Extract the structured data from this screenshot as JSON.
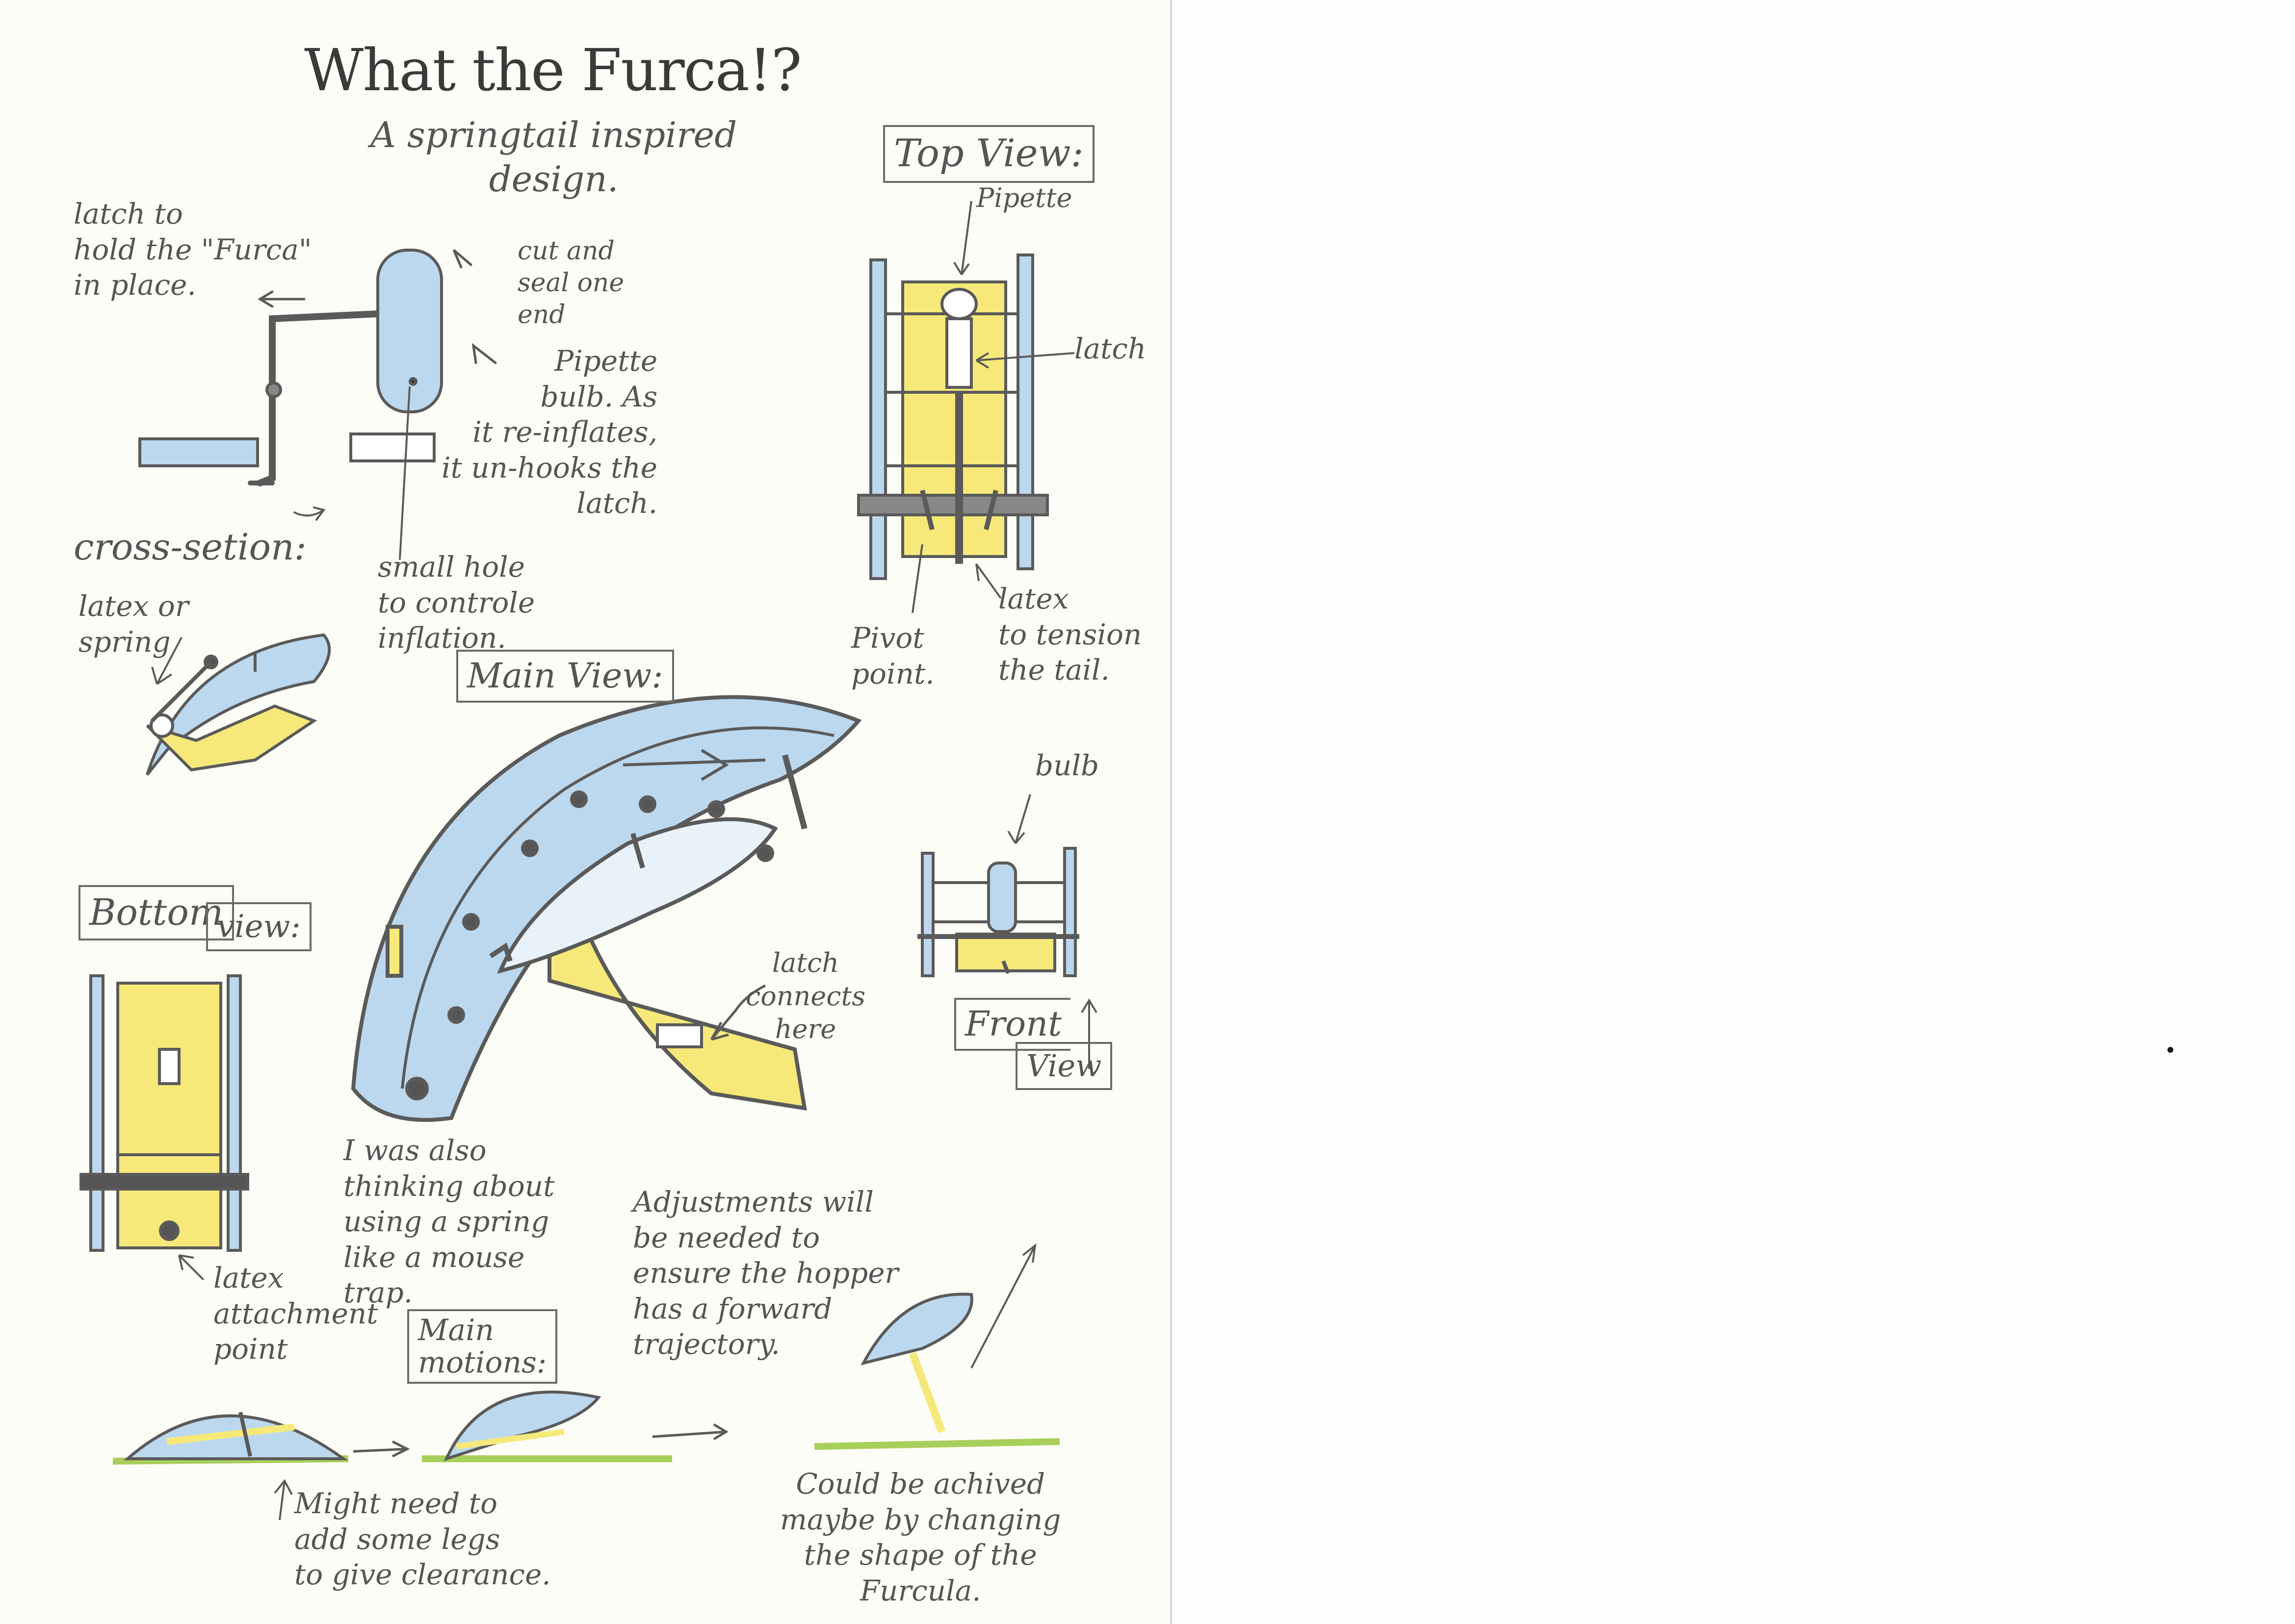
{
  "page": {
    "title": "What the Furca!?",
    "subtitle": "A springtail inspired\ndesign."
  },
  "labels": {
    "latch_hold": "latch to\nhold the \"Furca\"\nin place.",
    "cut_seal": "cut and\nseal one\nend",
    "pipette_bulb": "Pipette\nbulb. As\nit re-inflates,\nit un-hooks the\nlatch.",
    "small_hole": "small hole\nto controle\ninflation.",
    "cross_section": "cross-setion:",
    "latex_spring": "latex or\nspring",
    "main_view": "Main View:",
    "top_view": "Top View:",
    "pipette": "Pipette",
    "latch": "latch",
    "pivot_point": "Pivot\npoint.",
    "latex_tension": "latex\nto tension\nthe tail.",
    "bulb": "bulb",
    "front_view_1": "Front",
    "front_view_2": "View",
    "bottom_view_1": "Bottom",
    "bottom_view_2": "view:",
    "latch_connects": "latch\nconnects\nhere",
    "latex_attachment": "latex\nattachment\npoint",
    "spring_note": "I was also\nthinking about\nusing a spring\nlike a mouse\ntrap.",
    "main_motions": "Main\nmotions:",
    "adjustments": "Adjustments will\nbe needed to\nensure the hopper\nhas a forward\ntrajectory.",
    "legs_note": "Might need to\nadd some legs\nto give clearance.",
    "furcula_note": "Could be achived\nmaybe by changing\nthe shape of the\nFurcula."
  },
  "colors": {
    "paper": "#fdfdf8",
    "pencil": "#5a5a5a",
    "blue": "#bcd8ee",
    "yellow": "#f6e97a",
    "green": "#a8cf5a"
  }
}
